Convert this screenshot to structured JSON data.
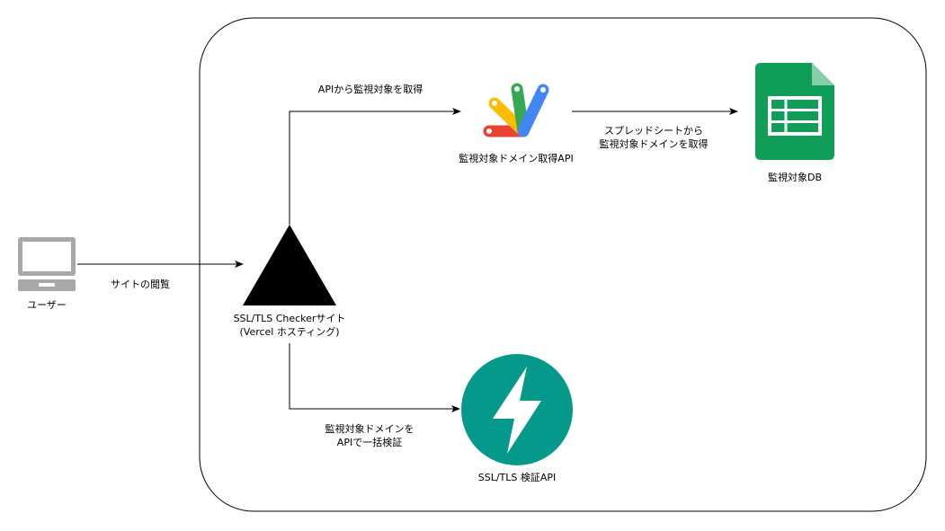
{
  "nodes": {
    "user": {
      "label": "ユーザー",
      "icon": "laptop-icon"
    },
    "site": {
      "line1": "SSL/TLS Checkerサイト",
      "line2": "(Vercel ホスティング)",
      "icon": "triangle-icon"
    },
    "api_monitor": {
      "label": "監視対象ドメイン取得API",
      "icon": "apps-script-icon"
    },
    "db": {
      "label": "監視対象DB",
      "icon": "google-sheets-icon"
    },
    "verify": {
      "label": "SSL/TLS 検証API",
      "icon": "fastapi-icon"
    }
  },
  "edges": {
    "user_to_site": {
      "label": "サイトの閲覧"
    },
    "site_to_api": {
      "label": "APIから監視対象を取得"
    },
    "api_to_db": {
      "line1": "スプレッドシートから",
      "line2": "監視対象ドメインを取得"
    },
    "site_to_verify": {
      "line1": "監視対象ドメインを",
      "line2": "APIで一括検証"
    }
  },
  "colors": {
    "container_border": "#000000",
    "triangle": "#000000",
    "laptop_gray": "#a8a8a8",
    "sheets_green": "#0f9d58",
    "fastapi_teal": "#05998b",
    "apps_script_red": "#e94235",
    "apps_script_yellow": "#fbbc04",
    "apps_script_green": "#34a853",
    "apps_script_blue": "#4285f4"
  }
}
